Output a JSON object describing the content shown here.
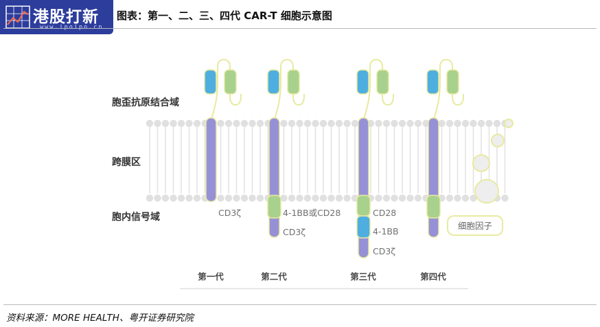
{
  "logo": {
    "name": "港股打新",
    "url": "www.ipoipo.cn"
  },
  "figure": {
    "title": "图表：第一、二、三、四代 CAR-T 细胞示意图",
    "regions": {
      "antigen_binding": "胞歪抗原结合域",
      "transmembrane": "跨膜区",
      "intracellular": "胞内信号域"
    },
    "generations": [
      {
        "label": "第一代",
        "domains": [
          "CD3ζ"
        ]
      },
      {
        "label": "第二代",
        "domains": [
          "4-1BB或CD28",
          "CD3ζ"
        ]
      },
      {
        "label": "第三代",
        "domains": [
          "CD28",
          "4-1BB",
          "CD3ζ"
        ]
      },
      {
        "label": "第四代",
        "domains": [
          "细胞因子"
        ]
      }
    ],
    "colors": {
      "cd3z": "#9691d6",
      "costim_green": "#a9d18e",
      "costim_blue": "#4faee0",
      "membrane": "#e0e0e0",
      "outline": "#e8eaa0",
      "cytokine": "#eeeeee"
    }
  },
  "source": "资料来源：MORE HEALTH、粤开证券研究院"
}
